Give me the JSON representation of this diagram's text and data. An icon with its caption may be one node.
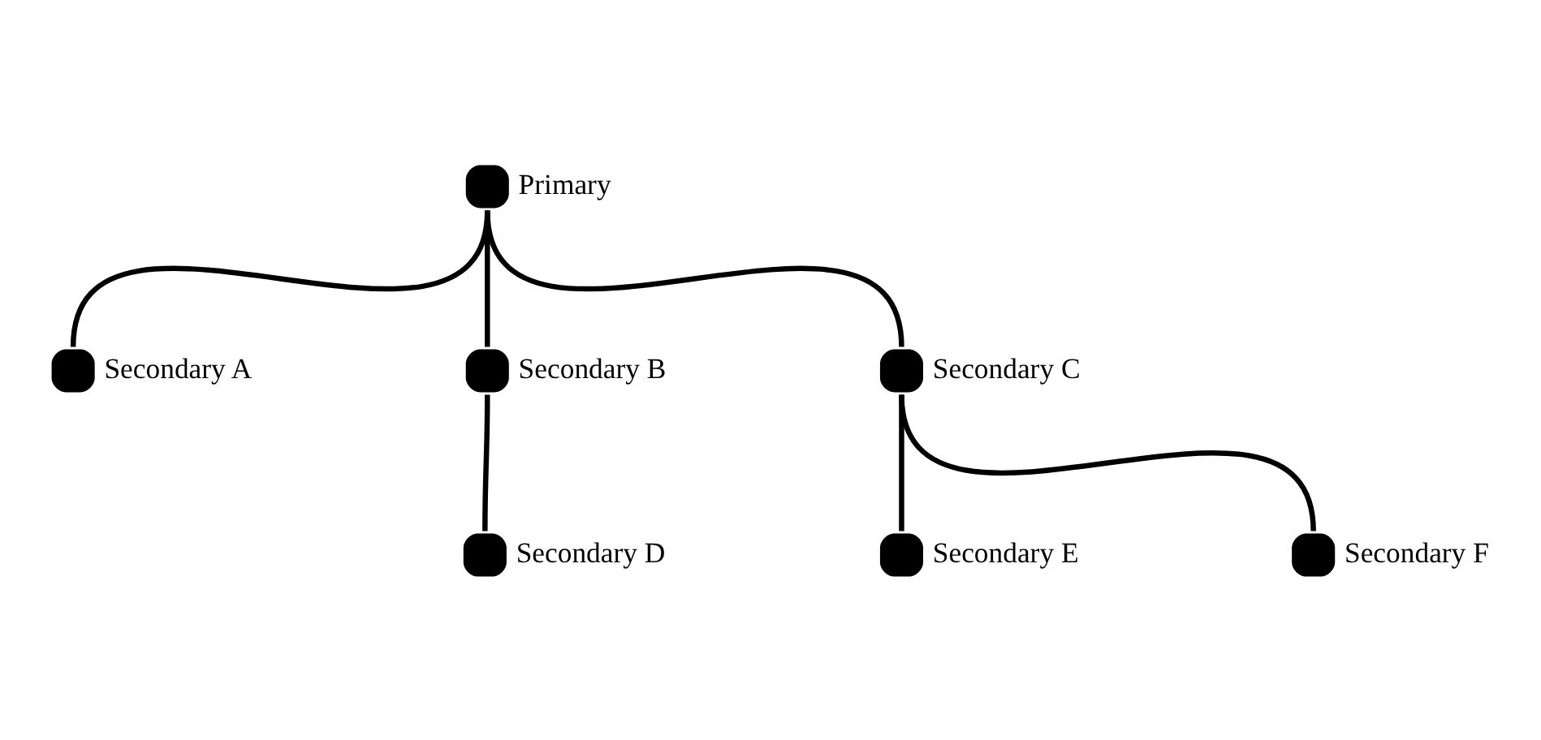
{
  "diagram": {
    "nodes": [
      {
        "text": [
          "Primary"
        ]
      },
      {
        "text": [
          "Secondary A"
        ]
      },
      {
        "text": [
          "Secondary B"
        ]
      },
      {
        "text": [
          "Secondary C"
        ]
      },
      {
        "text": [
          "Secondary D"
        ]
      },
      {
        "text": [
          "Secondary E"
        ]
      },
      {
        "text": [
          "Secondary F"
        ]
      }
    ],
    "edges": [
      {
        "from": 0,
        "to": 1,
        "arrow": "none"
      },
      {
        "from": 0,
        "to": 2,
        "arrow": "none"
      },
      {
        "from": 0,
        "to": 3,
        "arrow": "none"
      },
      {
        "from": 2,
        "to": 4,
        "arrow": "none"
      },
      {
        "from": 3,
        "to": 5,
        "arrow": "none"
      },
      {
        "from": 3,
        "to": 6,
        "arrow": "none"
      }
    ]
  }
}
